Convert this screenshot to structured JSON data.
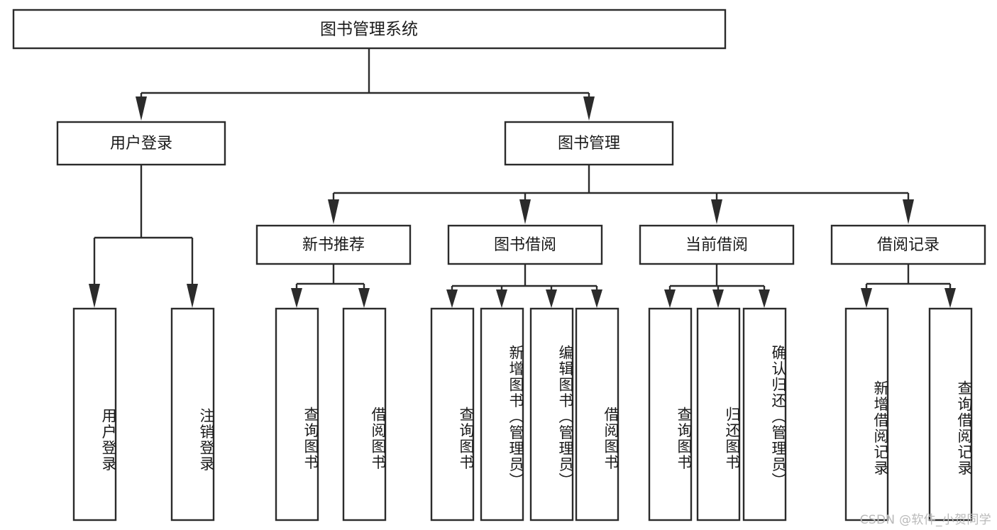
{
  "diagram": {
    "type": "tree-hierarchy",
    "title": "图书管理系统",
    "watermark": "CSDN @软件_小贺同学",
    "colors": {
      "background": "#ffffff",
      "stroke": "#2b2b2b",
      "text": "#1a1a1a",
      "watermark": "#b9b9b9"
    },
    "levels": {
      "root": "图书管理系统",
      "level2": [
        "用户登录",
        "图书管理"
      ],
      "level3": [
        "新书推荐",
        "图书借阅",
        "当前借阅",
        "借阅记录"
      ]
    },
    "nodes": {
      "root": {
        "label": "图书管理系统"
      },
      "user_login": {
        "label": "用户登录"
      },
      "book_manage": {
        "label": "图书管理"
      },
      "new_book_rec": {
        "label": "新书推荐"
      },
      "book_borrow": {
        "label": "图书借阅"
      },
      "current_borrow": {
        "label": "当前借阅"
      },
      "borrow_record": {
        "label": "借阅记录"
      }
    },
    "leaves": {
      "user_login": [
        {
          "label": "用户登录"
        },
        {
          "label": "注销登录"
        }
      ],
      "new_book_rec": [
        {
          "label": "查询图书"
        },
        {
          "label": "借阅图书"
        }
      ],
      "book_borrow": [
        {
          "label": "查询图书"
        },
        {
          "label": "新增图书（管理员）"
        },
        {
          "label": "编辑图书（管理员）"
        },
        {
          "label": "借阅图书"
        }
      ],
      "current_borrow": [
        {
          "label": "查询图书"
        },
        {
          "label": "归还图书"
        },
        {
          "label": "确认归还（管理员）"
        }
      ],
      "borrow_record": [
        {
          "label": "新增借阅记录"
        },
        {
          "label": "查询借阅记录"
        }
      ]
    }
  }
}
